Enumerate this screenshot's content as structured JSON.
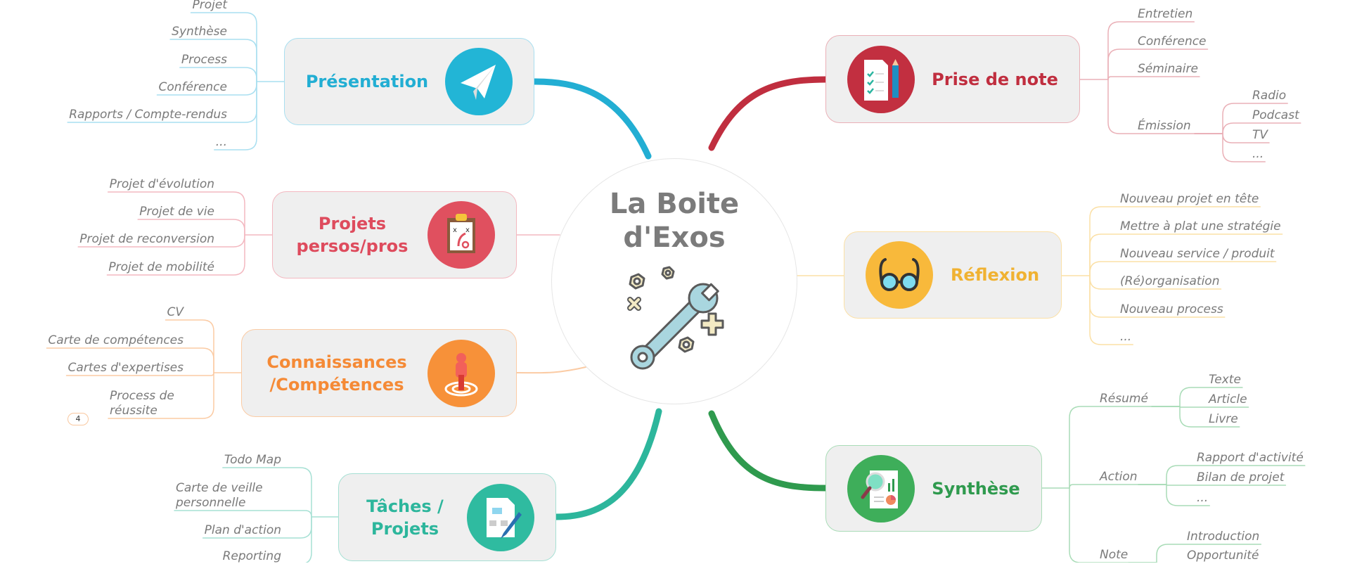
{
  "center": {
    "title_lines": [
      "La Boite",
      "d'Exos"
    ],
    "icon": "wrench-and-nuts-icon"
  },
  "branches": [
    {
      "id": "presentation",
      "label_lines": [
        "Présentation"
      ],
      "color": "#22aed3",
      "light": "#a9dff0",
      "icon": "paper-plane-icon",
      "leaves": [
        {
          "text": "Projet"
        },
        {
          "text": "Synthèse"
        },
        {
          "text": "Process"
        },
        {
          "text": "Conférence"
        },
        {
          "text": "Rapports / Compte-rendus"
        },
        {
          "text": "..."
        }
      ]
    },
    {
      "id": "projets",
      "label_lines": [
        "Projets",
        "persos/pros"
      ],
      "color": "#de4b5d",
      "light": "#f3b8c0",
      "icon": "clipboard-strategy-icon",
      "leaves": [
        {
          "text": "Projet d'évolution"
        },
        {
          "text": "Projet de vie"
        },
        {
          "text": "Projet de reconversion"
        },
        {
          "text": "Projet de mobilité"
        }
      ]
    },
    {
      "id": "connaissances",
      "label_lines": [
        "Connaissances",
        "/Compétences"
      ],
      "color": "#f58a36",
      "light": "#fbcba4",
      "icon": "person-target-icon",
      "leaves": [
        {
          "text": "CV"
        },
        {
          "text": "Carte de compétences"
        },
        {
          "text": "Cartes d'expertises"
        },
        {
          "text": "Process de réussite"
        }
      ],
      "badge": "4"
    },
    {
      "id": "taches",
      "label_lines": [
        "Tâches /",
        "Projets"
      ],
      "color": "#2db69c",
      "light": "#a6e0d4",
      "icon": "document-diagram-pencil-icon",
      "leaves": [
        {
          "text": "Todo Map"
        },
        {
          "text": "Carte de veille personnelle"
        },
        {
          "text": "Plan d'action"
        },
        {
          "text": "Reporting"
        }
      ]
    },
    {
      "id": "prise",
      "label_lines": [
        "Prise de note"
      ],
      "color": "#c02e3f",
      "light": "#eab0b7",
      "icon": "checklist-pencil-icon",
      "leaves": [
        {
          "text": "Entretien"
        },
        {
          "text": "Conférence"
        },
        {
          "text": "Séminaire"
        },
        {
          "text": "Émission",
          "children": [
            {
              "text": "Radio"
            },
            {
              "text": "Podcast"
            },
            {
              "text": "TV"
            },
            {
              "text": "..."
            }
          ]
        }
      ]
    },
    {
      "id": "reflexion",
      "label_lines": [
        "Réflexion"
      ],
      "color": "#f0b232",
      "light": "#fbe0a6",
      "icon": "glasses-icon",
      "leaves": [
        {
          "text": "Nouveau projet en tête"
        },
        {
          "text": "Mettre à plat une stratégie"
        },
        {
          "text": "Nouveau service / produit"
        },
        {
          "text": "(Ré)organisation"
        },
        {
          "text": "Nouveau process"
        },
        {
          "text": "..."
        }
      ]
    },
    {
      "id": "synthese",
      "label_lines": [
        "Synthèse"
      ],
      "color": "#2f9a4e",
      "light": "#a9dcb7",
      "icon": "report-magnifier-icon",
      "leaves": [
        {
          "text": "Résumé",
          "children": [
            {
              "text": "Texte"
            },
            {
              "text": "Article"
            },
            {
              "text": "Livre"
            }
          ]
        },
        {
          "text": "Action",
          "children": [
            {
              "text": "Rapport d'activité"
            },
            {
              "text": "Bilan de projet"
            },
            {
              "text": "..."
            }
          ]
        },
        {
          "text": "Note",
          "children": [
            {
              "text": "Introduction"
            },
            {
              "text": "Opportunité"
            }
          ]
        }
      ]
    }
  ]
}
